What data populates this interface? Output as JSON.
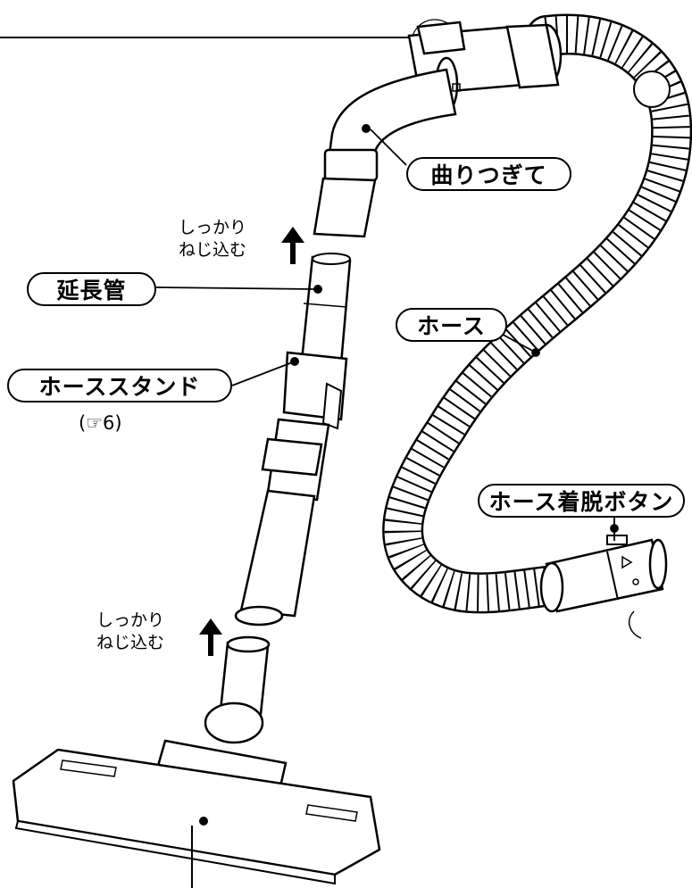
{
  "labels": {
    "elbow": "曲りつぎて",
    "extension_pipe": "延長管",
    "hose": "ホース",
    "hose_stand": "ホーススタンド",
    "hose_release_button": "ホース着脱ボタン"
  },
  "hose_stand_ref": "(☞6)",
  "instructions": {
    "upper": [
      "しっかり",
      "ねじ込む"
    ],
    "lower": [
      "しっかり",
      "ねじ込む"
    ]
  }
}
